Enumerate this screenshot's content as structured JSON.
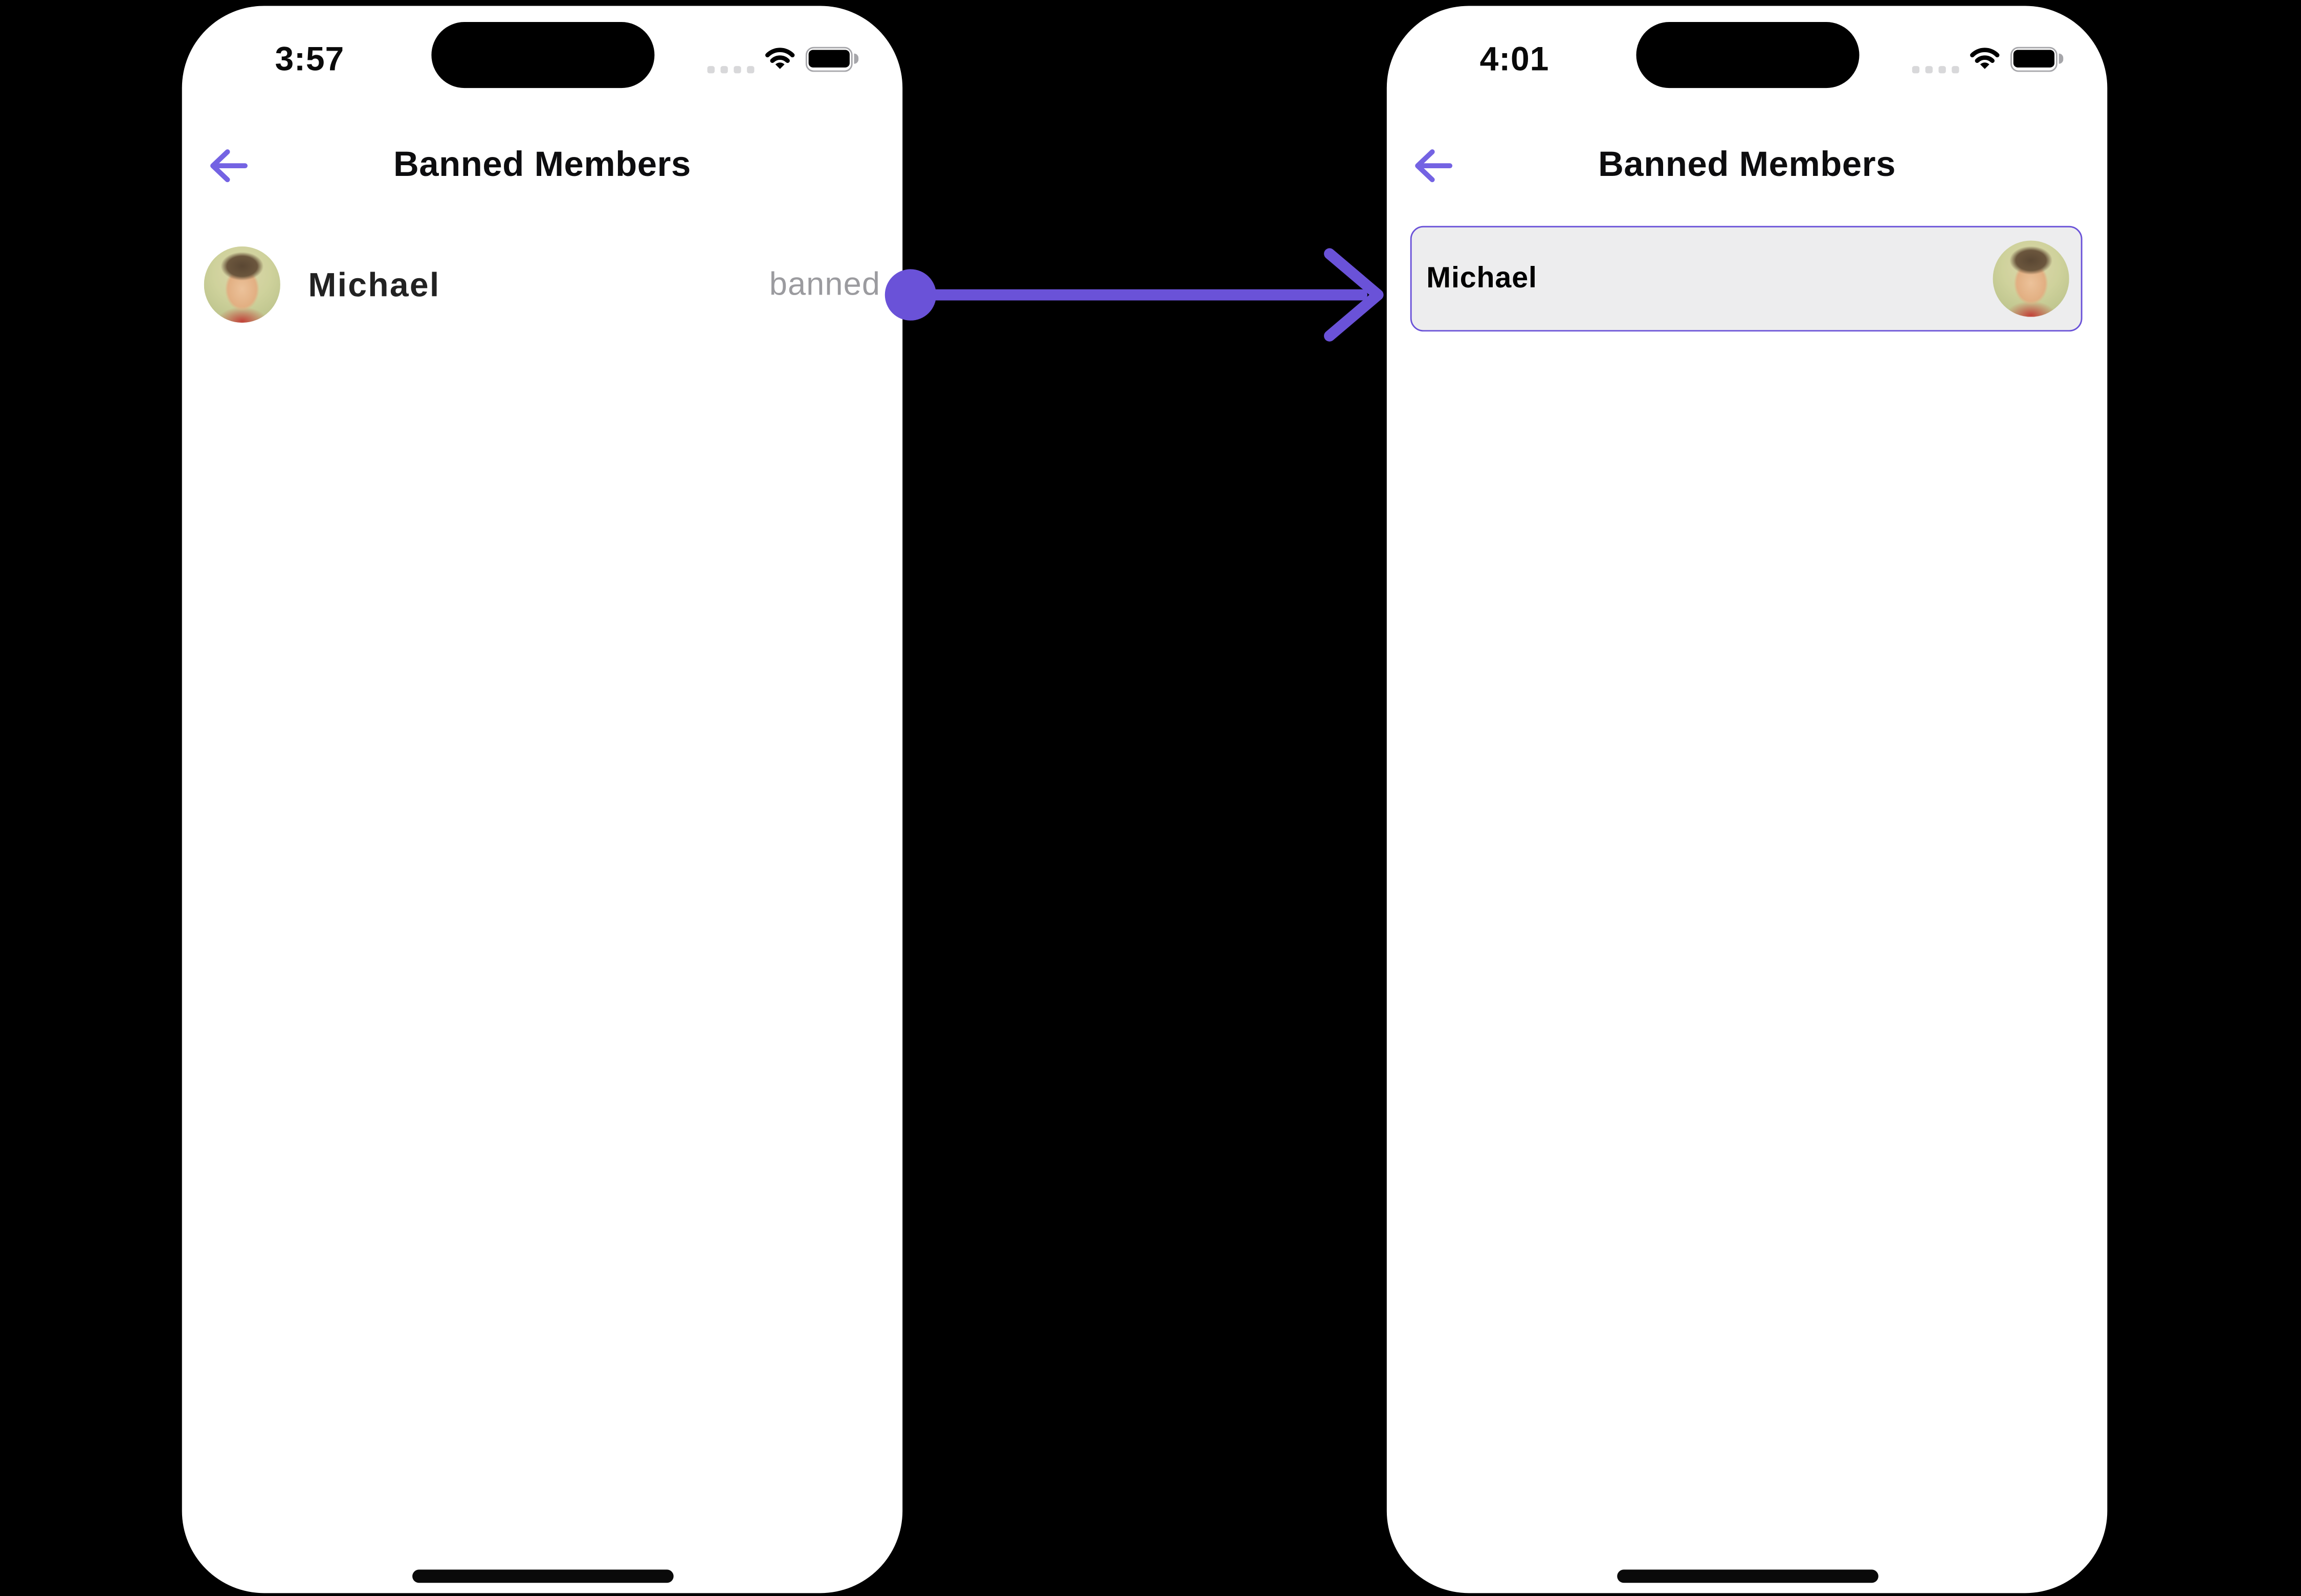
{
  "colors": {
    "accent_purple": "#6a52d8",
    "back_arrow_purple": "#7463e3",
    "banned_gray": "#9b9b9f",
    "card_bg": "#ededee",
    "page_bg": "#000000"
  },
  "left_phone": {
    "status_bar": {
      "time": "3:57"
    },
    "header": {
      "title": "Banned Members"
    },
    "members": [
      {
        "name": "Michael",
        "status": "banned"
      }
    ]
  },
  "right_phone": {
    "status_bar": {
      "time": "4:01"
    },
    "header": {
      "title": "Banned Members"
    },
    "selected_member": {
      "name": "Michael"
    }
  }
}
